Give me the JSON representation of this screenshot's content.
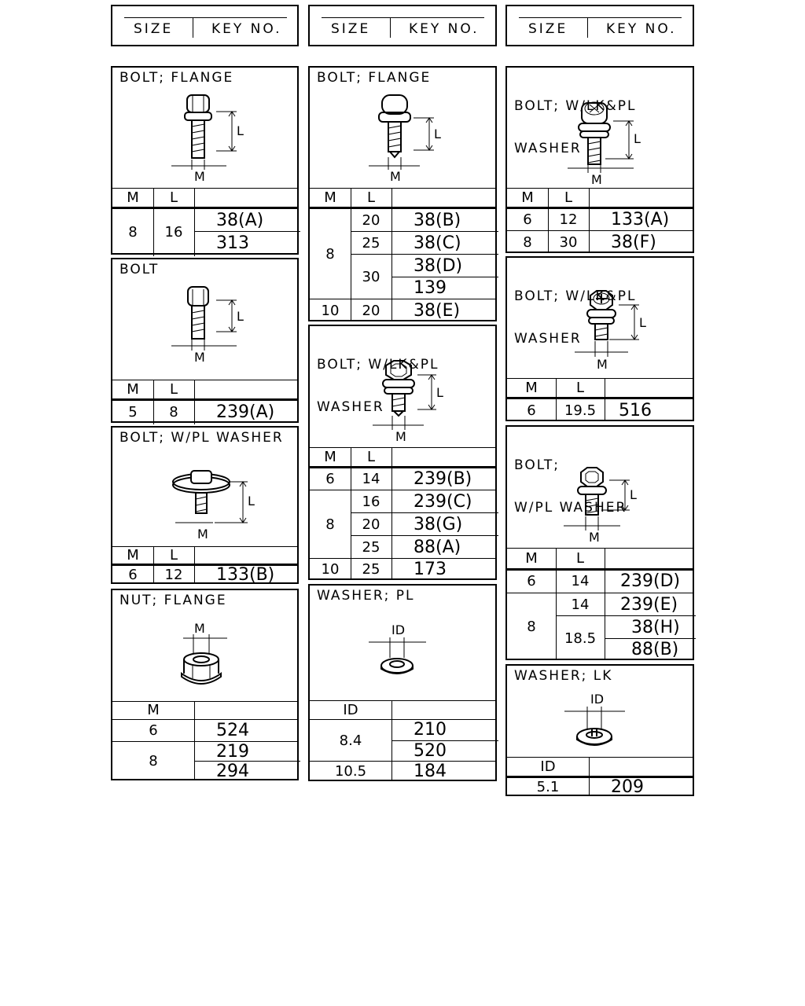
{
  "size_headers": [
    {
      "size": "SIZE",
      "key": "KEY NO."
    },
    {
      "size": "SIZE",
      "key": "KEY NO."
    },
    {
      "size": "SIZE",
      "key": "KEY NO."
    }
  ],
  "parts": {
    "bolt_flange_1": {
      "title": "BOLT; FLANGE",
      "labels": {
        "l": "L",
        "m": "M"
      },
      "cols": [
        "M",
        "L"
      ],
      "rows": {
        "m": "8",
        "l": "16",
        "keys": [
          "38(A)",
          "313"
        ]
      }
    },
    "bolt": {
      "title": "BOLT",
      "labels": {
        "l": "L",
        "m": "M"
      },
      "cols": [
        "M",
        "L"
      ],
      "rows": {
        "m": "5",
        "l": "8",
        "keys": [
          "239(A)"
        ]
      }
    },
    "bolt_wpl_washer": {
      "title": "BOLT; W/PL WASHER",
      "labels": {
        "l": "L",
        "m": "M"
      },
      "cols": [
        "M",
        "L"
      ],
      "rows": {
        "m": "6",
        "l": "12",
        "keys": [
          "133(B)"
        ]
      }
    },
    "nut_flange": {
      "title": "NUT; FLANGE",
      "labels": {
        "m": "M"
      },
      "cols": [
        "M"
      ],
      "rows": [
        {
          "m": "6",
          "keys": [
            "524"
          ]
        },
        {
          "m": "8",
          "keys": [
            "219",
            "294"
          ]
        }
      ]
    },
    "bolt_flange_2": {
      "title": "BOLT; FLANGE",
      "labels": {
        "l": "L",
        "m": "M"
      },
      "cols": [
        "M",
        "L"
      ],
      "rows": [
        {
          "l": "20",
          "key": "38(B)"
        },
        {
          "l": "25",
          "key": "38(C)"
        },
        {
          "l": "30",
          "key": "38(D)"
        },
        {
          "key": "139"
        },
        {
          "m": "10",
          "l": "20",
          "key": "38(E)"
        }
      ],
      "m_group": "8"
    },
    "bolt_wlkpl_washer_mid": {
      "title_lines": [
        "BOLT; W/LK&PL",
        "WASHER"
      ],
      "labels": {
        "l": "L",
        "m": "M"
      },
      "cols": [
        "M",
        "L"
      ],
      "rows": [
        {
          "m": "6",
          "l": "14",
          "key": "239(B)"
        },
        {
          "l": "16",
          "key": "239(C)"
        },
        {
          "l": "20",
          "key": "38(G)"
        },
        {
          "l": "25",
          "key": "88(A)"
        },
        {
          "m": "10",
          "l": "25",
          "key": "173"
        }
      ],
      "m_group": "8"
    },
    "washer_pl": {
      "title": "WASHER; PL",
      "labels": {
        "id": "ID"
      },
      "cols": [
        "ID"
      ],
      "rows": [
        {
          "id": "8.4",
          "keys": [
            "210",
            "520"
          ]
        },
        {
          "id": "10.5",
          "keys": [
            "184"
          ]
        }
      ]
    },
    "bolt_wlkpl_washer_1": {
      "title_lines": [
        "BOLT; W/LK&PL",
        "WASHER"
      ],
      "labels": {
        "l": "L",
        "m": "M"
      },
      "cols": [
        "M",
        "L"
      ],
      "rows": [
        {
          "m": "6",
          "l": "12",
          "key": "133(A)"
        },
        {
          "m": "8",
          "l": "30",
          "key": "38(F)"
        }
      ]
    },
    "bolt_wlkpl_washer_2": {
      "title_lines": [
        "BOLT; W/LK&PL",
        "WASHER"
      ],
      "labels": {
        "l": "L",
        "m": "M"
      },
      "cols": [
        "M",
        "L"
      ],
      "rows": {
        "m": "6",
        "l": "19.5",
        "key": "516"
      }
    },
    "bolt_wpl_washer_2": {
      "title_lines": [
        "BOLT;",
        "W/PL WASHER"
      ],
      "labels": {
        "l": "L",
        "m": "M"
      },
      "cols": [
        "M",
        "L"
      ],
      "rows": [
        {
          "m": "6",
          "l": "14",
          "key": "239(D)"
        },
        {
          "l": "14",
          "key": "239(E)"
        },
        {
          "l": "18.5",
          "key": "38(H)"
        },
        {
          "key": "88(B)"
        }
      ],
      "m_group": "8"
    },
    "washer_lk": {
      "title": "WASHER; LK",
      "labels": {
        "id": "ID"
      },
      "cols": [
        "ID"
      ],
      "rows": {
        "id": "5.1",
        "key": "209"
      }
    }
  }
}
